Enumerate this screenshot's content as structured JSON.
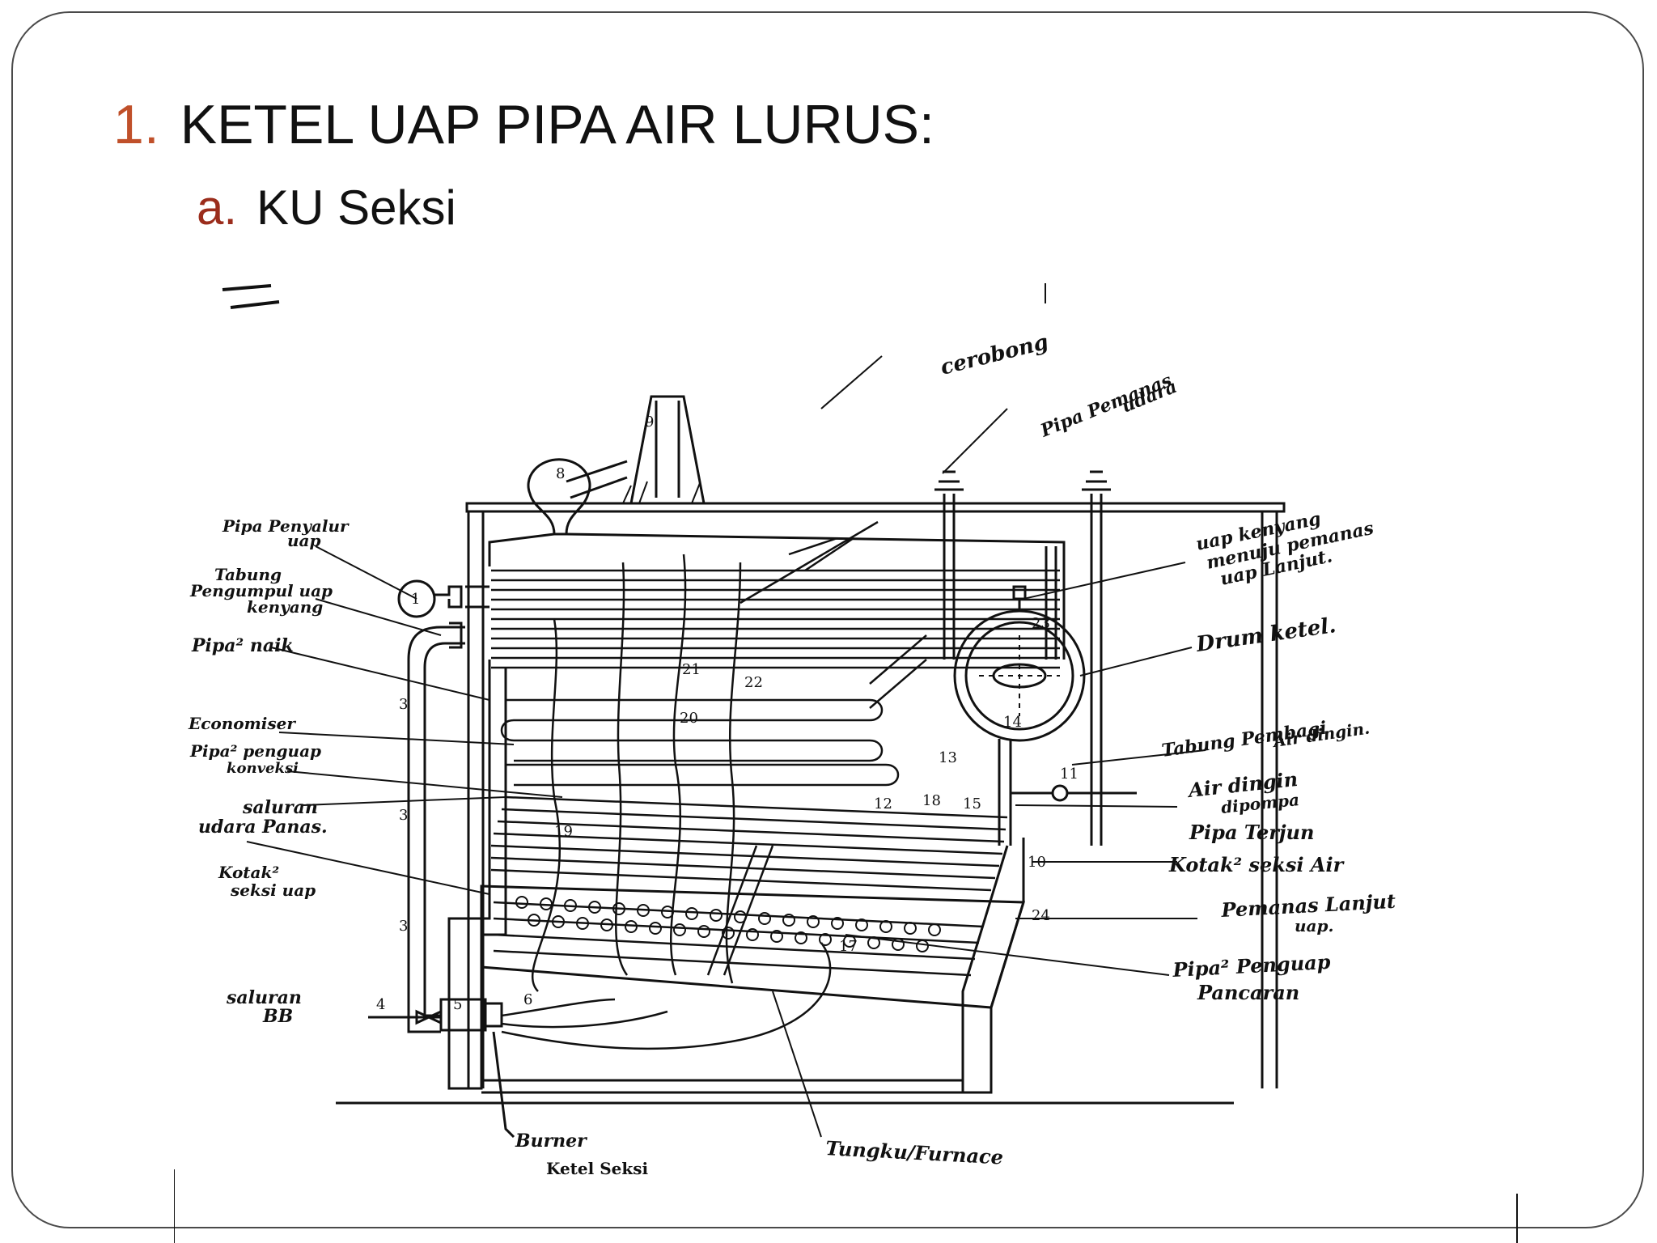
{
  "title": {
    "number": "1.",
    "text": "KETEL UAP PIPA AIR LURUS:"
  },
  "subtitle": {
    "number": "a.",
    "text": "KU Seksi"
  },
  "diagram": {
    "caption": "Ketel Seksi",
    "labels": {
      "cerobong": "cerobong",
      "pipa_pemanas_udara_1": "Pipa Pemanas",
      "pipa_pemanas_udara_2": "udara",
      "pipa_penyalur_uap_1": "Pipa Penyalur",
      "pipa_penyalur_uap_2": "uap",
      "tabung_pengumpul_1": "Tabung",
      "tabung_pengumpul_2": "Pengumpul uap",
      "tabung_pengumpul_3": "kenyang",
      "pipa_naik": "Pipa² naik",
      "economiser": "Economiser",
      "pipa_penguap_konveksi_1": "Pipa² penguap",
      "pipa_penguap_konveksi_2": "konveksi",
      "saluran_udara_1": "saluran",
      "saluran_udara_2": "udara Panas.",
      "kotak_seksi_uap_1": "Kotak²",
      "kotak_seksi_uap_2": "seksi uap",
      "saluran_bb_1": "saluran",
      "saluran_bb_2": "BB",
      "uap_kenyang_1": "uap kenyang",
      "uap_kenyang_2": "menuju pemanas",
      "uap_kenyang_3": "uap Lanjut.",
      "drum_ketel": "Drum ketel.",
      "tabung_pembagi_1": "Tabung Pembagi",
      "tabung_pembagi_2": "Air dingin.",
      "air_dingin_1": "Air dingin",
      "air_dingin_2": "dipompa",
      "pipa_terjun": "Pipa Terjun",
      "kotak_seksi_air": "Kotak² seksi Air",
      "pemanas_lanjut_1": "Pemanas Lanjut",
      "pemanas_lanjut_2": "uap.",
      "pipa_penguap_pancaran_1": "Pipa² Penguap",
      "pipa_penguap_pancaran_2": "Pancaran",
      "burner": "Burner",
      "tungku": "Tungku/Furnace"
    },
    "numbers": {
      "n1": "1",
      "n3a": "3",
      "n3b": "3",
      "n3c": "3",
      "n4": "4",
      "n5": "5",
      "n6": "6",
      "n8": "8",
      "n9": "9",
      "n10": "10",
      "n11": "11",
      "n12": "12",
      "n13": "13",
      "n14": "14",
      "n15": "15",
      "n17": "17",
      "n18": "18",
      "n19": "19",
      "n20": "20",
      "n21": "21",
      "n22": "22",
      "n23": "23",
      "n24": "24"
    }
  }
}
